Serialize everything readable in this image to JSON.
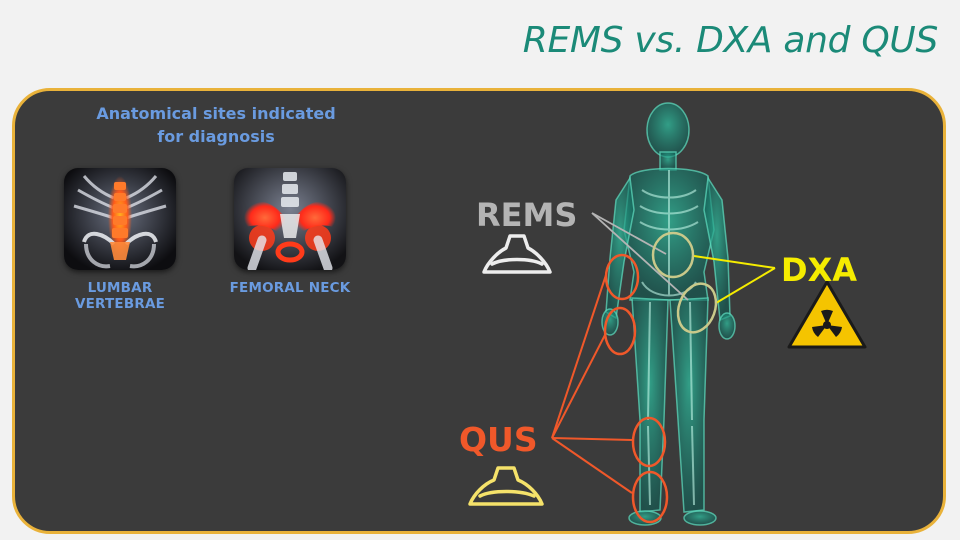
{
  "slide": {
    "title": "REMS vs. DXA and QUS"
  },
  "sites": {
    "heading": "Anatomical sites indicated for diagnosis",
    "items": [
      {
        "caption": "LUMBAR VERTEBRAE",
        "highlight_color": "#ff5a1a"
      },
      {
        "caption": "FEMORAL NECK",
        "highlight_color": "#ff3b1a"
      }
    ]
  },
  "methods": {
    "rems": {
      "label": "REMS",
      "color": "#b4b4b4",
      "icon": "ultrasound-probe-icon"
    },
    "dxa": {
      "label": "DXA",
      "color": "#f5ec00",
      "icon": "radiation-warning-icon"
    },
    "qus": {
      "label": "QUS",
      "color": "#f0582a",
      "icon": "ultrasound-probe-icon",
      "icon_color": "#f5e26a"
    }
  },
  "colors": {
    "title": "#1b8a78",
    "panel_bg": "#3b3b3b",
    "panel_border": "#e9b23a",
    "site_text": "#6a9be0",
    "skeleton": "#2fbfa0"
  }
}
